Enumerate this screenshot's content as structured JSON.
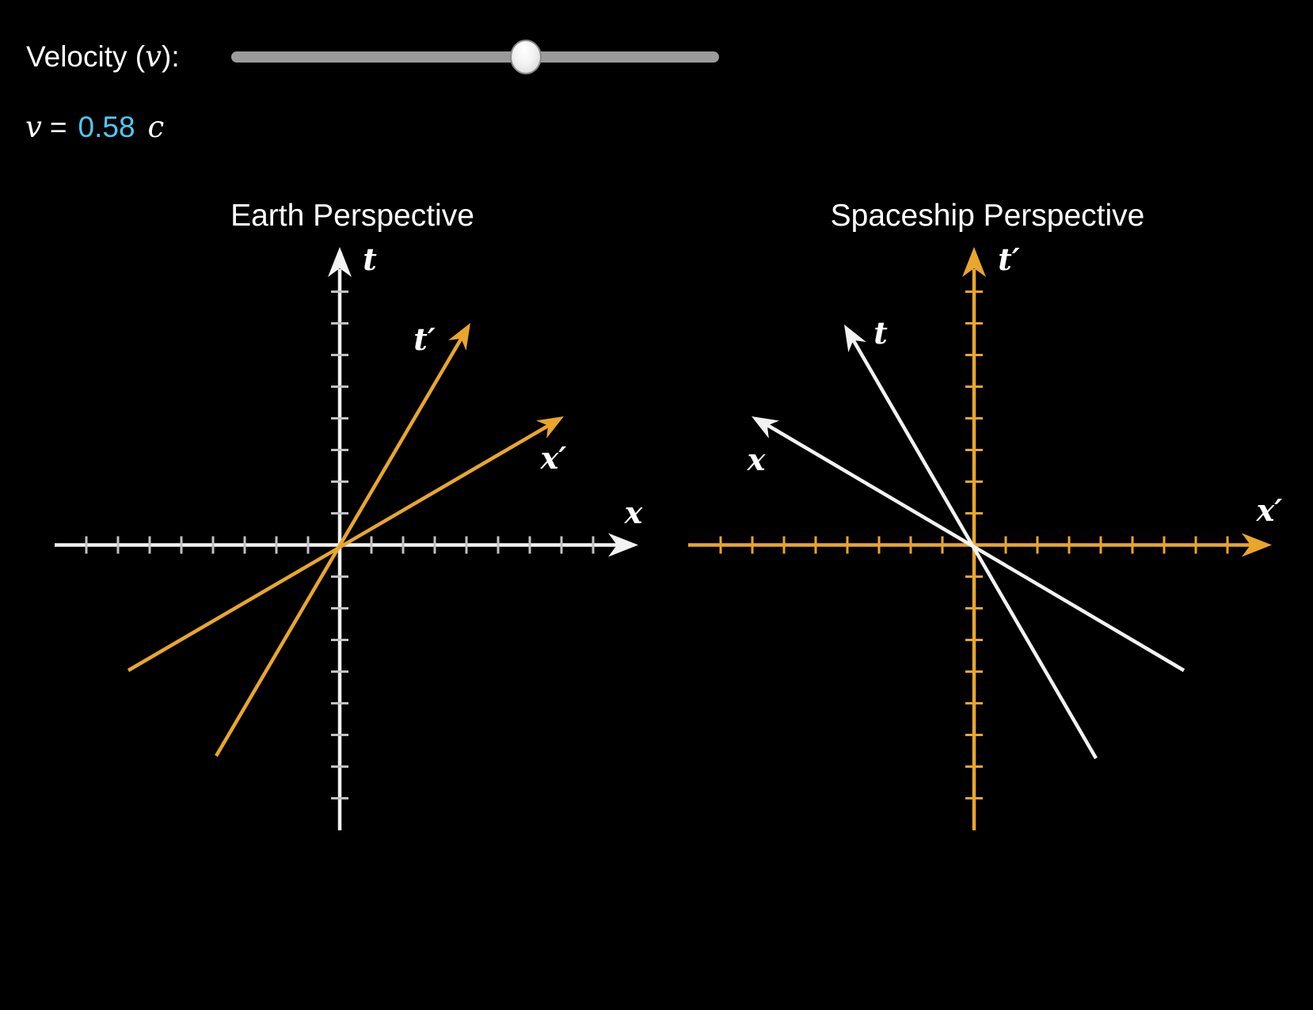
{
  "controls": {
    "velocity_label_prefix": "Velocity (",
    "velocity_symbol": "v",
    "velocity_label_suffix": "):",
    "slider_value_fraction": 0.58
  },
  "readout": {
    "symbol": "v",
    "equals": "=",
    "value": "0.58",
    "unit": "c"
  },
  "diagrams": {
    "earth": {
      "title": "Earth Perspective",
      "labels": {
        "vertical_axis": "t",
        "horizontal_axis": "x",
        "moving_time_axis": "t′",
        "moving_space_axis": "x′"
      }
    },
    "spaceship": {
      "title": "Spaceship Perspective",
      "labels": {
        "vertical_axis": "t′",
        "horizontal_axis": "x′",
        "moving_time_axis": "t",
        "moving_space_axis": "x"
      }
    }
  },
  "colors": {
    "background": "#000000",
    "orange_accent": "#EAA62B",
    "value_cyan": "#4EC9F5",
    "axis_white": "#F2F2F2",
    "tick_gray": "#C2C2C2",
    "slider_track_gray": "#9B9B9B"
  }
}
